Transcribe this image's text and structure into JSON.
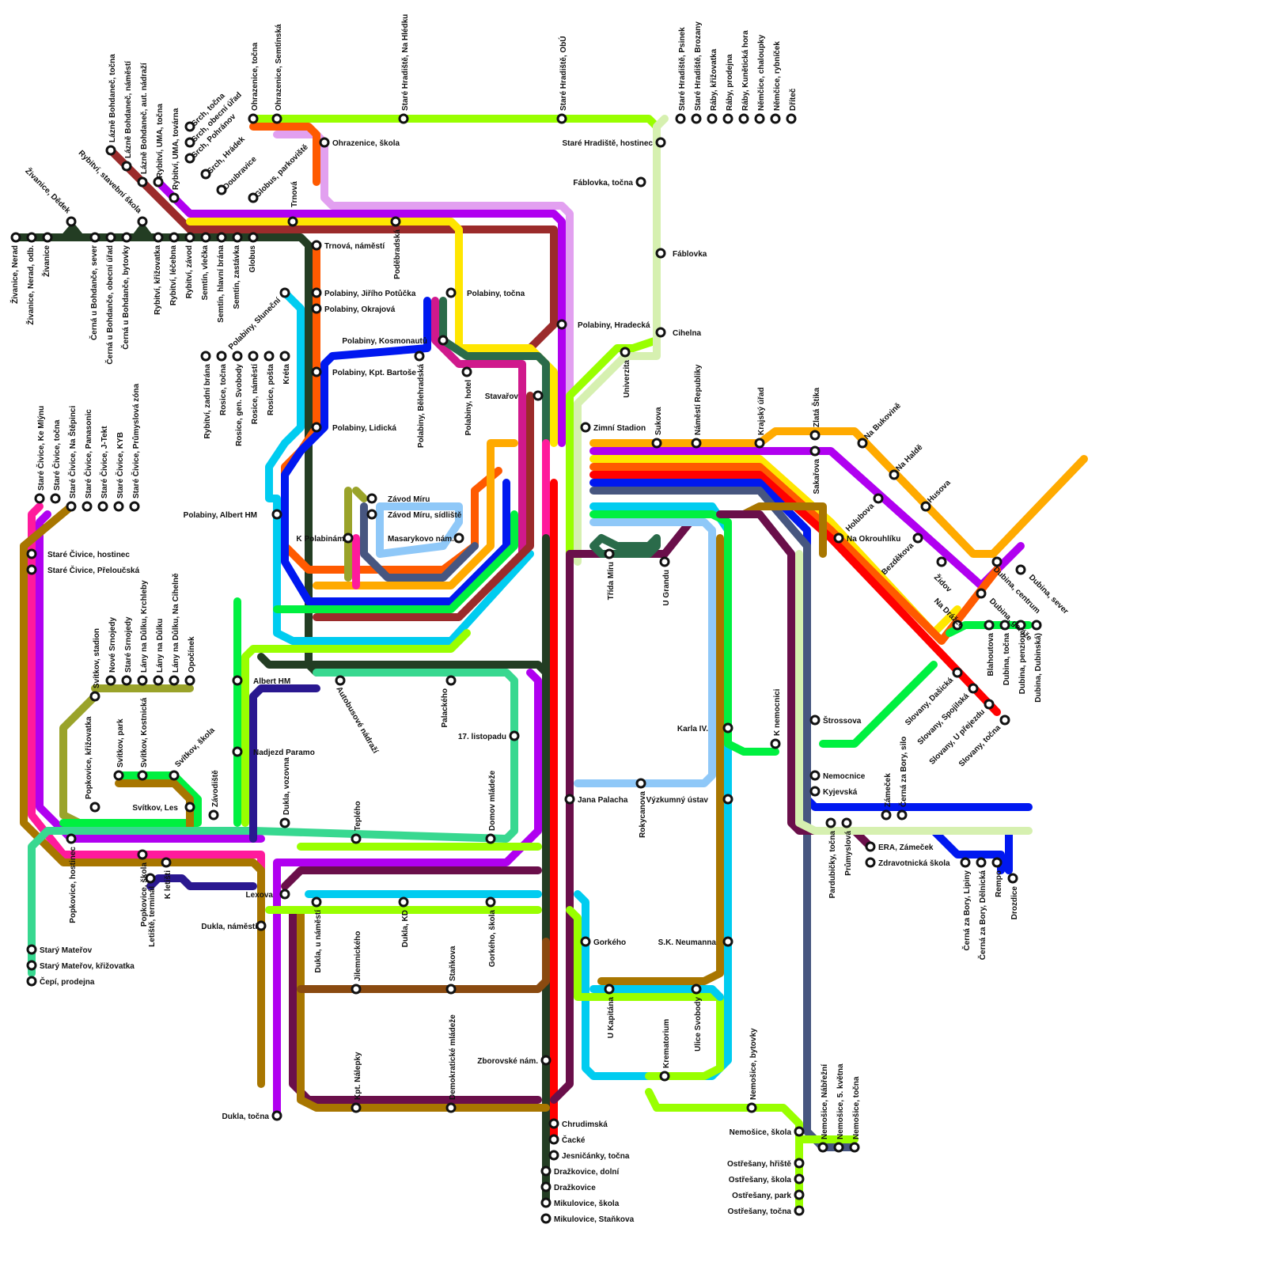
{
  "colors": {
    "dark_green": "#233d23",
    "lime": "#99ff00",
    "orange": "#ff5a00",
    "lilac": "#e2a0f0",
    "purple": "#b000f0",
    "maroon": "#9b2b2b",
    "yellow": "#ffe600",
    "cyan": "#00ccf0",
    "blue": "#0018f0",
    "magenta": "#d0198c",
    "teal_dark": "#2a6b4a",
    "light_blue": "#8fc8f8",
    "brown": "#a87600",
    "amber": "#ffaa00",
    "red": "#ff0000",
    "slate": "#475680",
    "pink": "#ff1a9c",
    "green": "#00f040",
    "pale_green": "#d6f0b0",
    "olive": "#9aa32a",
    "navy": "#2a1890",
    "plum": "#6a0f4a",
    "mint": "#38d890",
    "brown_dark": "#8a4a10"
  },
  "stations": [
    {
      "id": "zivanice_nerad",
      "label": "Živanice, Nerad"
    },
    {
      "id": "zivanice_nerad_odb",
      "label": "Živanice, Nerad, odb."
    },
    {
      "id": "zivanice",
      "label": "Živanice"
    },
    {
      "id": "zivanice_dedek",
      "label": "Živanice, Dědek"
    },
    {
      "id": "cerna_sever",
      "label": "Černá u Bohdanče, sever"
    },
    {
      "id": "cerna_obecni",
      "label": "Černá u Bohdanče, obecní úřad"
    },
    {
      "id": "cerna_bytovky",
      "label": "Černá u Bohdanče, bytovky"
    },
    {
      "id": "rybitvi_stavebni",
      "label": "Rybitví, stavební škola"
    },
    {
      "id": "rybitvi_krizovatka",
      "label": "Rybitví, křižovatka"
    },
    {
      "id": "rybitvi_lecebna",
      "label": "Rybitví, léčebna"
    },
    {
      "id": "rybitvi_zavod",
      "label": "Rybitví, závod"
    },
    {
      "id": "semtin_vlecka",
      "label": "Semtín, vlečka"
    },
    {
      "id": "semtin_brana",
      "label": "Semtín, hlavní brána"
    },
    {
      "id": "semtin_zastavka",
      "label": "Semtín, zastávka"
    },
    {
      "id": "globus",
      "label": "Globus"
    },
    {
      "id": "lazne_tocna",
      "label": "Lázně Bohdaneč, točna"
    },
    {
      "id": "lazne_namesti",
      "label": "Lázně Bohdaneč, náměstí"
    },
    {
      "id": "lazne_nadrazi",
      "label": "Lázně Bohdaneč, aut. nádraží"
    },
    {
      "id": "rybitvi_uma_tocna",
      "label": "Rybitví, UMA, točna"
    },
    {
      "id": "rybitvi_uma_tovarna",
      "label": "Rybitví, UMA, továrna"
    },
    {
      "id": "srch_tocna",
      "label": "Srch, točna"
    },
    {
      "id": "srch_urad",
      "label": "Srch, obecní úřad"
    },
    {
      "id": "srch_pohranov",
      "label": "Srch, Pohránov"
    },
    {
      "id": "srch_hradek",
      "label": "Srch, Hrádek"
    },
    {
      "id": "doubravice",
      "label": "Doubravice"
    },
    {
      "id": "globus_parkoviste",
      "label": "Globus, parkoviště"
    },
    {
      "id": "ohrazenice_tocna",
      "label": "Ohrazenice, točna"
    },
    {
      "id": "ohrazenice_semtinska",
      "label": "Ohrazenice, Semtínská"
    },
    {
      "id": "ohrazenice_skola",
      "label": "Ohrazenice, škola"
    },
    {
      "id": "trnova",
      "label": "Trnová"
    },
    {
      "id": "trnova_namesti",
      "label": "Trnová, náměstí"
    },
    {
      "id": "podebradska",
      "label": "Poděbradská"
    },
    {
      "id": "sh_nahledu",
      "label": "Staré Hradiště, Na Hlédku"
    },
    {
      "id": "sh_obu",
      "label": "Staré Hradiště, ObÚ"
    },
    {
      "id": "sh_psinek",
      "label": "Staré Hradiště, Psinek"
    },
    {
      "id": "sh_brozany",
      "label": "Staré Hradiště, Brozany"
    },
    {
      "id": "raby_krizovatka",
      "label": "Ráby, křižovatka"
    },
    {
      "id": "raby_prodejna",
      "label": "Ráby, prodejna"
    },
    {
      "id": "raby_kuneticka",
      "label": "Ráby, Kunětická hora"
    },
    {
      "id": "nemcice_chalupky",
      "label": "Němčice, chaloupky"
    },
    {
      "id": "nemcice_rybnicek",
      "label": "Němčice, rybníček"
    },
    {
      "id": "dritec",
      "label": "Dříteč"
    },
    {
      "id": "sh_hostinec",
      "label": "Staré Hradiště, hostinec"
    },
    {
      "id": "fablovka_tocna",
      "label": "Fáblovka, točna"
    },
    {
      "id": "fablovka",
      "label": "Fáblovka"
    },
    {
      "id": "cihelna",
      "label": "Cihelna"
    },
    {
      "id": "univerzita",
      "label": "Univerzita"
    },
    {
      "id": "polabiny_potucka",
      "label": "Polabiny, Jiřího Potůčka"
    },
    {
      "id": "polabiny_okrajova",
      "label": "Polabiny, Okrajová"
    },
    {
      "id": "polabiny_slunecni",
      "label": "Polabiny, Sluneční"
    },
    {
      "id": "polabiny_tocna",
      "label": "Polabiny, točna"
    },
    {
      "id": "polabiny_kosmonautu",
      "label": "Polabiny, Kosmonautů"
    },
    {
      "id": "polabiny_hradecka",
      "label": "Polabiny, Hradecká"
    },
    {
      "id": "polabiny_kpt_bartose",
      "label": "Polabiny, Kpt. Bartoše"
    },
    {
      "id": "polabiny_belehradska",
      "label": "Polabiny, Bělehradská"
    },
    {
      "id": "polabiny_hotel",
      "label": "Polabiny, hotel"
    },
    {
      "id": "polabiny_lidicka",
      "label": "Polabiny, Lidická"
    },
    {
      "id": "polabiny_albert",
      "label": "Polabiny, Albert HM"
    },
    {
      "id": "rybitvi_zadni",
      "label": "Rybitví, zadní brána"
    },
    {
      "id": "rosice_tocna",
      "label": "Rosice, točna"
    },
    {
      "id": "rosice_svobody",
      "label": "Rosice, gen. Svobody"
    },
    {
      "id": "rosice_namesti",
      "label": "Rosice, náměstí"
    },
    {
      "id": "rosice_posta",
      "label": "Rosice, pošta"
    },
    {
      "id": "kreta",
      "label": "Kréta"
    },
    {
      "id": "stavarov",
      "label": "Stavařov"
    },
    {
      "id": "zimni_stadion",
      "label": "Zimní Stadion"
    },
    {
      "id": "zavod_miru",
      "label": "Závod Míru"
    },
    {
      "id": "zavod_miru_sidliste",
      "label": "Závod Míru, sídliště"
    },
    {
      "id": "k_polabinam",
      "label": "K Polabinám"
    },
    {
      "id": "masarykovo",
      "label": "Masarykovo nám."
    },
    {
      "id": "trida_miru",
      "label": "Třída Míru"
    },
    {
      "id": "u_grandu",
      "label": "U Grandu"
    },
    {
      "id": "sukova",
      "label": "Sukova"
    },
    {
      "id": "namesti_republiky",
      "label": "Náměstí Republiky"
    },
    {
      "id": "krajsky_urad",
      "label": "Krajský úřad"
    },
    {
      "id": "zlata_stika",
      "label": "Zlatá Štika"
    },
    {
      "id": "sakarova",
      "label": "Sakařova"
    },
    {
      "id": "na_bukovine",
      "label": "Na Bukovině"
    },
    {
      "id": "na_halde",
      "label": "Na Haldě"
    },
    {
      "id": "husova",
      "label": "Husova"
    },
    {
      "id": "holubova",
      "label": "Holubova"
    },
    {
      "id": "na_okrouhliku",
      "label": "Na Okrouhlíku"
    },
    {
      "id": "dubina_centrum",
      "label": "Dubina, centrum"
    },
    {
      "id": "bezdekova",
      "label": "Bezděkova"
    },
    {
      "id": "zidov",
      "label": "Židov"
    },
    {
      "id": "dubina_garaze",
      "label": "Dubina, garáže"
    },
    {
      "id": "dubina_sever",
      "label": "Dubina, sever"
    },
    {
      "id": "na_drazce",
      "label": "Na Drážce"
    },
    {
      "id": "blahoutova",
      "label": "Blahoutova"
    },
    {
      "id": "dubina_tocna",
      "label": "Dubina, točna"
    },
    {
      "id": "dubina_penzion",
      "label": "Dubina, penzion"
    },
    {
      "id": "dubina_dubinska",
      "label": "Dubina, Dubinská)"
    },
    {
      "id": "slovany_dasicka",
      "label": "Slovany, Dašická"
    },
    {
      "id": "slovany_spojilska",
      "label": "Slovany, Spojilská"
    },
    {
      "id": "slovany_prejezd",
      "label": "Slovany, U přejezdu"
    },
    {
      "id": "slovany_tocna",
      "label": "Slovany, točna"
    },
    {
      "id": "strossova",
      "label": "Štrossova"
    },
    {
      "id": "k_nemocnici",
      "label": "K nemocnici"
    },
    {
      "id": "karla_iv",
      "label": "Karla IV."
    },
    {
      "id": "nemocnice",
      "label": "Nemocnice"
    },
    {
      "id": "kyjevska",
      "label": "Kyjevská"
    },
    {
      "id": "zamecek",
      "label": "Zámeček"
    },
    {
      "id": "cerna_za_bory_silo",
      "label": "Černá za Bory, silo"
    },
    {
      "id": "pardubicky_tocna",
      "label": "Pardubičky, točna"
    },
    {
      "id": "prumyslova",
      "label": "Průmyslová"
    },
    {
      "id": "era_zamecek",
      "label": "ERA, Zámeček"
    },
    {
      "id": "zdravotnicka_skola",
      "label": "Zdravotnická škola"
    },
    {
      "id": "cerna_za_bory_lipiny",
      "label": "Černá za Bory, Lipiny"
    },
    {
      "id": "cerna_za_bory_delnicka",
      "label": "Černá za Bory, Dělnická"
    },
    {
      "id": "rempo",
      "label": "Rempo"
    },
    {
      "id": "drozdice",
      "label": "Drozdice"
    },
    {
      "id": "rokycanova",
      "label": "Rokycanova"
    },
    {
      "id": "vyzkumny_ustav",
      "label": "Výzkumný ústav"
    },
    {
      "id": "stare_civice_ke_mlynu",
      "label": "Staré Čivice, Ke Mlýnu"
    },
    {
      "id": "stare_civice_tocna",
      "label": "Staré Čivice, točna"
    },
    {
      "id": "stare_civice_stepinci",
      "label": "Staré Čivice, Na Štěpinci"
    },
    {
      "id": "stare_civice_panasonic",
      "label": "Staré Čivice, Panasonic"
    },
    {
      "id": "stare_civice_jtekt",
      "label": "Staré Čivice, J-Tekt"
    },
    {
      "id": "stare_civice_kyb",
      "label": "Staré Čivice, KYB"
    },
    {
      "id": "stare_civice_prumyslova",
      "label": "Staré Čivice, Průmyslová zóna"
    },
    {
      "id": "stare_civice_hostinec",
      "label": "Staré Čivice, hostinec"
    },
    {
      "id": "stare_civice_prelouccska",
      "label": "Staré Čivice, Přeloučská"
    },
    {
      "id": "svitkov_stadion",
      "label": "Svítkov, stadion"
    },
    {
      "id": "nove_srnojedy",
      "label": "Nové Srnojedy"
    },
    {
      "id": "stare_srnojedy",
      "label": "Staré Srnojedy"
    },
    {
      "id": "lany_krchleby",
      "label": "Lány na Důlku, Krchleby"
    },
    {
      "id": "lany_na_dulku",
      "label": "Lány na Důlku"
    },
    {
      "id": "lany_cihelne",
      "label": "Lány na Důlku, Na Cihelně"
    },
    {
      "id": "opocinek",
      "label": "Opočínek"
    },
    {
      "id": "albert_hm",
      "label": "Albert HM"
    },
    {
      "id": "popkovice_krizovatka",
      "label": "Popkovice, křižovatka"
    },
    {
      "id": "svitkov_park",
      "label": "Svítkov, park"
    },
    {
      "id": "svitkov_kostnicka",
      "label": "Svítkov, Kostnická"
    },
    {
      "id": "svitkov_skola",
      "label": "Svítkov, škola"
    },
    {
      "id": "svitkov_les",
      "label": "Svítkov, Les"
    },
    {
      "id": "zavodiste",
      "label": "Závodiště"
    },
    {
      "id": "nadjezd_paramo",
      "label": "Nadjezd Paramo"
    },
    {
      "id": "dukla_vozovna",
      "label": "Dukla, vozovna"
    },
    {
      "id": "popkovice_hostinec",
      "label": "Popkovice, hostinec"
    },
    {
      "id": "popkovice_skola",
      "label": "Popkovice, škola"
    },
    {
      "id": "letiste_terminal",
      "label": "Letiště, terminál"
    },
    {
      "id": "k_letisti",
      "label": "K letišti"
    },
    {
      "id": "stary_materov",
      "label": "Starý Mateřov"
    },
    {
      "id": "stary_materov_krizovatka",
      "label": "Starý Mateřov, křižovatka"
    },
    {
      "id": "cepi_prodejna",
      "label": "Čepí, prodejna"
    },
    {
      "id": "autobusove_nadrazi",
      "label": "Autobusové nádraží"
    },
    {
      "id": "palackeho",
      "label": "Palackého"
    },
    {
      "id": "sedmnacteho_listopadu",
      "label": "17. listopadu"
    },
    {
      "id": "jana_palacha",
      "label": "Jana Palacha"
    },
    {
      "id": "teplehc",
      "label": "Teplého"
    },
    {
      "id": "domov_mladeze",
      "label": "Domov mládeže"
    },
    {
      "id": "lexova",
      "label": "Lexova"
    },
    {
      "id": "dukla_namesti",
      "label": "Dukla, náměstí"
    },
    {
      "id": "dukla_u_namesti",
      "label": "Dukla, u náměstí"
    },
    {
      "id": "jilemnickeho",
      "label": "Jilemnického"
    },
    {
      "id": "dukla_kd",
      "label": "Dukla, KD"
    },
    {
      "id": "stankova",
      "label": "Staňkova"
    },
    {
      "id": "gorkeho_skola",
      "label": "Gorkého, škola"
    },
    {
      "id": "gorkeho",
      "label": "Gorkého"
    },
    {
      "id": "sk_neumanna",
      "label": "S.K. Neumanna"
    },
    {
      "id": "u_kapitana",
      "label": "U Kapitána"
    },
    {
      "id": "krematorium",
      "label": "Krematorium"
    },
    {
      "id": "ulice_svobody",
      "label": "Ulice Svobody"
    },
    {
      "id": "kpt_nalepky",
      "label": "Kpt. Nálepky"
    },
    {
      "id": "demokraticke_mladeze",
      "label": "Demokratické mládeže"
    },
    {
      "id": "zborovske",
      "label": "Zborovské nám."
    },
    {
      "id": "dukla_tocna",
      "label": "Dukla, točna"
    },
    {
      "id": "nemosice_bytovky",
      "label": "Nemošice, bytovky"
    },
    {
      "id": "nemosice_skola",
      "label": "Nemošice, škola"
    },
    {
      "id": "nemosice_nabrezni",
      "label": "Nemošice, Nábřežní"
    },
    {
      "id": "nemosice_5kvetna",
      "label": "Nemošice, 5. května"
    },
    {
      "id": "nemosice_tocna",
      "label": "Nemošice, točna"
    },
    {
      "id": "ostresany_hriste",
      "label": "Ostřešany, hřiště"
    },
    {
      "id": "ostresany_skola",
      "label": "Ostřešany, škola"
    },
    {
      "id": "ostresany_park",
      "label": "Ostřešany, park"
    },
    {
      "id": "ostresany_tocna",
      "label": "Ostřešany, točna"
    },
    {
      "id": "chrudimska",
      "label": "Chrudimská"
    },
    {
      "id": "cacke",
      "label": "Čacké"
    },
    {
      "id": "jesnicanky_tocna",
      "label": "Jesničánky, točna"
    },
    {
      "id": "drazkovice_dolni",
      "label": "Dražkovice, dolní"
    },
    {
      "id": "drazkovice",
      "label": "Dražkovice"
    },
    {
      "id": "mikulovice_skola",
      "label": "Mikulovice, škola"
    },
    {
      "id": "mikulovice_stankova",
      "label": "Mikulovice, Staňkova"
    }
  ]
}
